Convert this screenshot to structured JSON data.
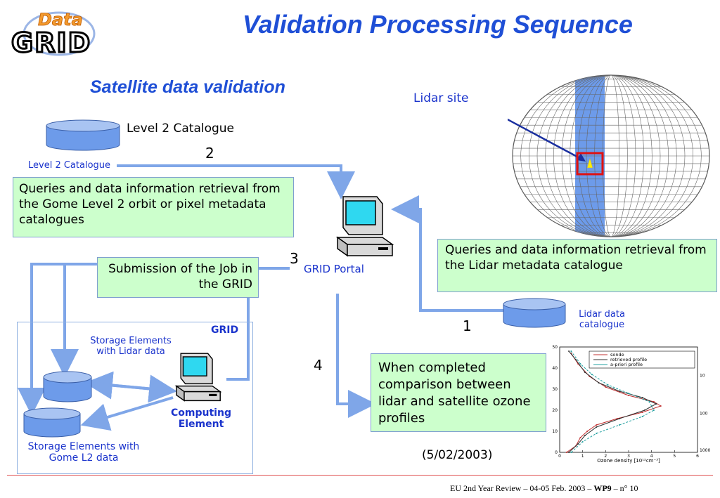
{
  "slide": {
    "title": "Validation Processing Sequence",
    "subtitle": "Satellite data validation",
    "logo": {
      "top": "Data",
      "bottom": "GRID"
    },
    "footer_prefix": "EU 2nd Year Review – 04-05 Feb. 2003 – ",
    "footer_wp": "WP9",
    "footer_suffix": " –  n° 10",
    "date": "(5/02/2003)"
  },
  "labels": {
    "level2_catalogue_heading": "Level 2 Catalogue",
    "level2_catalogue_small": "Level 2 Catalogue",
    "lidar_site": "Lidar site",
    "grid_portal": "GRID Portal",
    "lidar_data_catalogue": "Lidar data catalogue",
    "grid": "GRID",
    "storage_lidar": "Storage Elements with Lidar data",
    "storage_gome": "Storage Elements with Gome L2 data",
    "computing_element": "Computing Element"
  },
  "steps": {
    "one": "1",
    "two": "2",
    "three": "3",
    "four": "4"
  },
  "boxes": {
    "queries_gome": "Queries and data information retrieval from the Gome Level 2  orbit or pixel metadata catalogues",
    "submission": "Submission of the Job in the GRID",
    "queries_lidar": "Queries and data information retrieval from the Lidar metadata catalogue",
    "comparison": "When completed comparison between lidar and satellite ozone profiles"
  },
  "colors": {
    "title_blue": "#1f4fd6",
    "box_green": "#ccffcc",
    "arrow_blue": "#7fa6e8",
    "cylinder_blue": "#6d9bea",
    "marker_red": "#e01010"
  },
  "chart_data": {
    "type": "line",
    "title": "",
    "xlabel": "Ozone density [10¹²cm⁻³]",
    "ylabel": "",
    "xlim": [
      0,
      6
    ],
    "ylim": [
      0,
      50
    ],
    "xticks": [
      "0",
      "1",
      "2",
      "3",
      "4",
      "5",
      "6"
    ],
    "yticks": [
      "0",
      "10",
      "20",
      "30",
      "40",
      "50"
    ],
    "right_ticks": [
      "10",
      "100",
      "1000"
    ],
    "legend": [
      "sonde",
      "retrieved profile",
      "a-priori profile"
    ],
    "series": [
      {
        "name": "sonde",
        "points": [
          [
            0.3,
            0
          ],
          [
            0.7,
            3
          ],
          [
            0.9,
            7
          ],
          [
            1.2,
            10
          ],
          [
            1.6,
            13
          ],
          [
            2.5,
            16
          ],
          [
            3.6,
            19
          ],
          [
            4.4,
            22
          ],
          [
            4.1,
            24
          ],
          [
            3.0,
            27
          ],
          [
            2.0,
            31
          ],
          [
            1.3,
            36
          ],
          [
            0.8,
            42
          ],
          [
            0.5,
            47
          ]
        ]
      },
      {
        "name": "retrieved profile",
        "points": [
          [
            0.4,
            0
          ],
          [
            0.8,
            4
          ],
          [
            1.1,
            8
          ],
          [
            1.6,
            12
          ],
          [
            2.6,
            16
          ],
          [
            3.7,
            20
          ],
          [
            4.2,
            23
          ],
          [
            3.6,
            26
          ],
          [
            2.6,
            29
          ],
          [
            1.7,
            33
          ],
          [
            1.1,
            38
          ],
          [
            0.7,
            44
          ],
          [
            0.4,
            48
          ]
        ]
      },
      {
        "name": "a-priori profile",
        "points": [
          [
            0.5,
            0
          ],
          [
            1.0,
            5
          ],
          [
            1.6,
            9
          ],
          [
            2.6,
            13
          ],
          [
            3.6,
            17
          ],
          [
            4.1,
            20
          ],
          [
            3.9,
            24
          ],
          [
            3.0,
            28
          ],
          [
            2.1,
            32
          ],
          [
            1.4,
            37
          ],
          [
            0.9,
            42
          ],
          [
            0.5,
            48
          ]
        ]
      }
    ]
  }
}
